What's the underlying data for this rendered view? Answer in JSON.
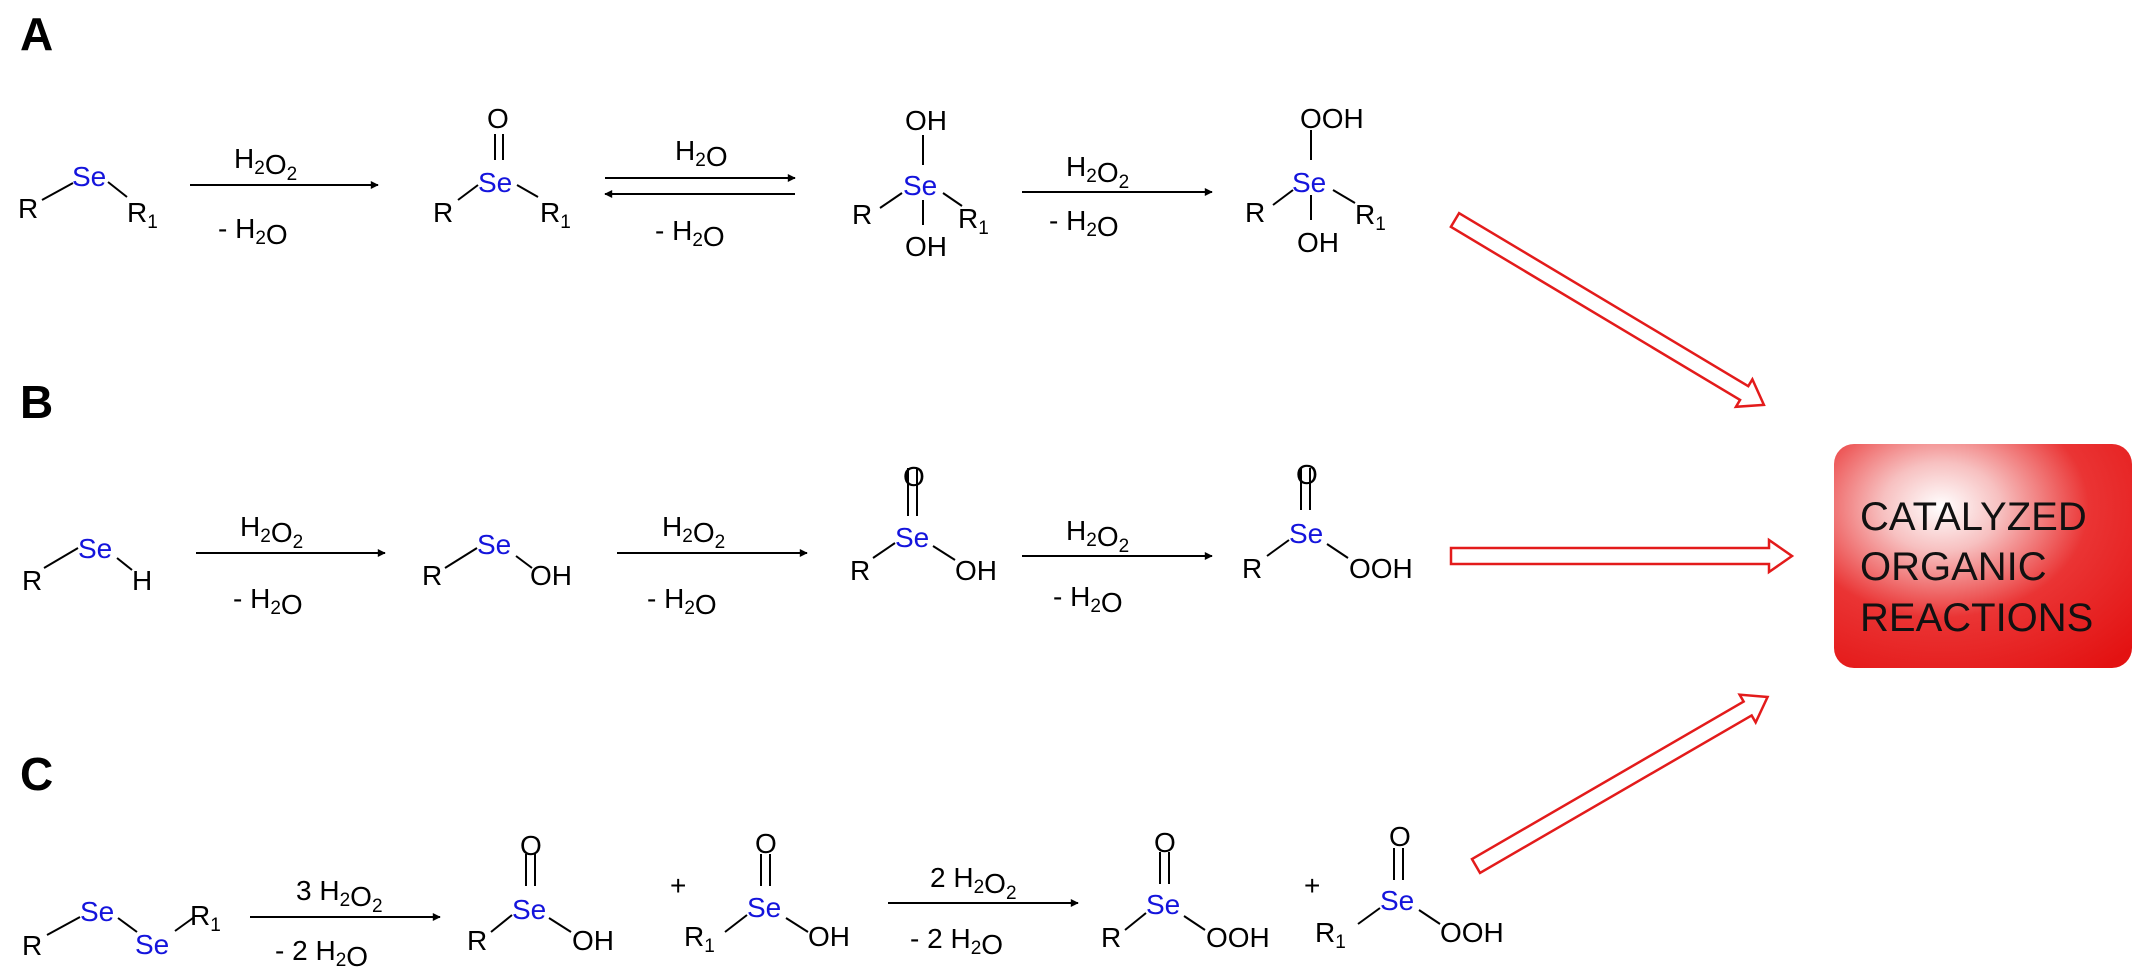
{
  "panels": {
    "a": "A",
    "b": "B",
    "c": "C"
  },
  "atoms": {
    "se": "Se",
    "r": "R",
    "r1": "R",
    "r1_sub": "1",
    "h": "H",
    "o": "O",
    "oh": "OH",
    "ooh": "OOH"
  },
  "reagents": {
    "h2o2": "H2O2",
    "h2o": "H2O",
    "minus_h2o": "- H2O",
    "three_h2o2": "3 H2O2",
    "two_h2o2": "2 H2O2",
    "minus_two_h2o": "- 2 H2O",
    "plus": "+"
  },
  "result_box": {
    "lines": [
      "CATALYZED",
      "ORGANIC",
      "REACTIONS"
    ],
    "color": "#e31b1b"
  },
  "colors": {
    "selenium": "#1414dc",
    "arrow_outline": "#e31b1b"
  }
}
